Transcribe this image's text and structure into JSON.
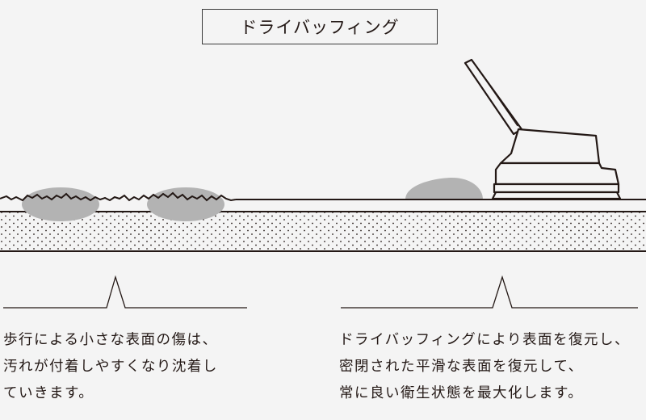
{
  "title": "ドライバッフィング",
  "captions": {
    "left": [
      "歩行による小さな表面の傷は、",
      "汚れが付着しやすくなり沈着し",
      "ていきます。"
    ],
    "right": [
      "ドライバッフィングにより表面を復元し、",
      "密閉された平滑な表面を復元して、",
      "常に良い衛生状態を最大化します。"
    ]
  },
  "colors": {
    "line": "#231815",
    "dirt": "#b3b3b3",
    "background": "#f4f4f4"
  },
  "icons": [
    "floor-cross-section",
    "dirt-particle",
    "buffing-machine",
    "surface-profile-spike"
  ]
}
